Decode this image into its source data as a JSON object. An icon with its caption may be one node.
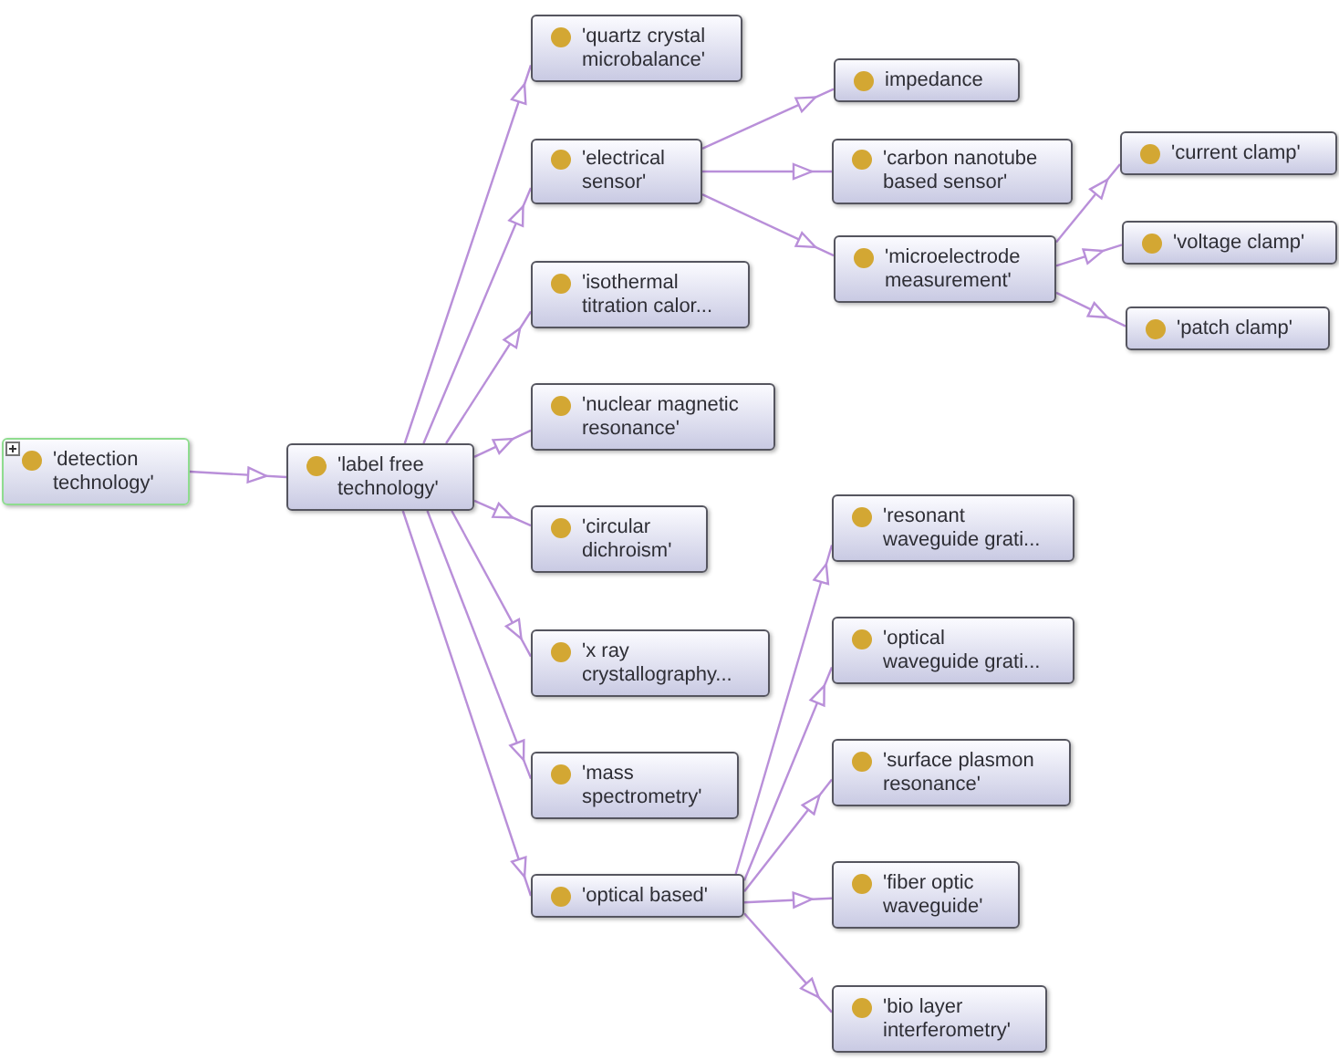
{
  "diagram": {
    "nodes": [
      {
        "text": [
          "'detection technology'"
        ]
      },
      {
        "text": [
          "'label free technology'"
        ]
      },
      {
        "text": [
          "'quartz crystal microbalance'"
        ]
      },
      {
        "text": [
          "'electrical sensor'"
        ]
      },
      {
        "text": [
          "'isothermal titration calor..."
        ]
      },
      {
        "text": [
          "'nuclear magnetic resonance'"
        ]
      },
      {
        "text": [
          "'circular dichroism'"
        ]
      },
      {
        "text": [
          "'x ray crystallography..."
        ]
      },
      {
        "text": [
          "'mass spectrometry'"
        ]
      },
      {
        "text": [
          "'optical based'"
        ]
      },
      {
        "text": [
          "impedance"
        ]
      },
      {
        "text": [
          "'carbon nanotube based sensor'"
        ]
      },
      {
        "text": [
          "'microelectrode measurement'"
        ]
      },
      {
        "text": [
          "'current clamp'"
        ]
      },
      {
        "text": [
          "'voltage clamp'"
        ]
      },
      {
        "text": [
          "'patch clamp'"
        ]
      },
      {
        "text": [
          "'resonant waveguide grati..."
        ]
      },
      {
        "text": [
          "'optical waveguide grati..."
        ]
      },
      {
        "text": [
          "'surface plasmon resonance'"
        ]
      },
      {
        "text": [
          "'fiber optic waveguide'"
        ]
      },
      {
        "text": [
          "'bio layer interferometry'"
        ]
      }
    ],
    "edges": [
      {
        "from": 0,
        "to": 1,
        "arrow": "to"
      },
      {
        "from": 1,
        "to": 2,
        "arrow": "to"
      },
      {
        "from": 1,
        "to": 3,
        "arrow": "to"
      },
      {
        "from": 1,
        "to": 4,
        "arrow": "to"
      },
      {
        "from": 1,
        "to": 5,
        "arrow": "to"
      },
      {
        "from": 1,
        "to": 6,
        "arrow": "to"
      },
      {
        "from": 1,
        "to": 7,
        "arrow": "to"
      },
      {
        "from": 1,
        "to": 8,
        "arrow": "to"
      },
      {
        "from": 1,
        "to": 9,
        "arrow": "to"
      },
      {
        "from": 3,
        "to": 10,
        "arrow": "to"
      },
      {
        "from": 3,
        "to": 11,
        "arrow": "to"
      },
      {
        "from": 3,
        "to": 12,
        "arrow": "to"
      },
      {
        "from": 12,
        "to": 13,
        "arrow": "to"
      },
      {
        "from": 12,
        "to": 14,
        "arrow": "to"
      },
      {
        "from": 12,
        "to": 15,
        "arrow": "to"
      },
      {
        "from": 9,
        "to": 16,
        "arrow": "to"
      },
      {
        "from": 9,
        "to": 17,
        "arrow": "to"
      },
      {
        "from": 9,
        "to": 18,
        "arrow": "to"
      },
      {
        "from": 9,
        "to": 19,
        "arrow": "to"
      },
      {
        "from": 9,
        "to": 20,
        "arrow": "to"
      }
    ]
  }
}
